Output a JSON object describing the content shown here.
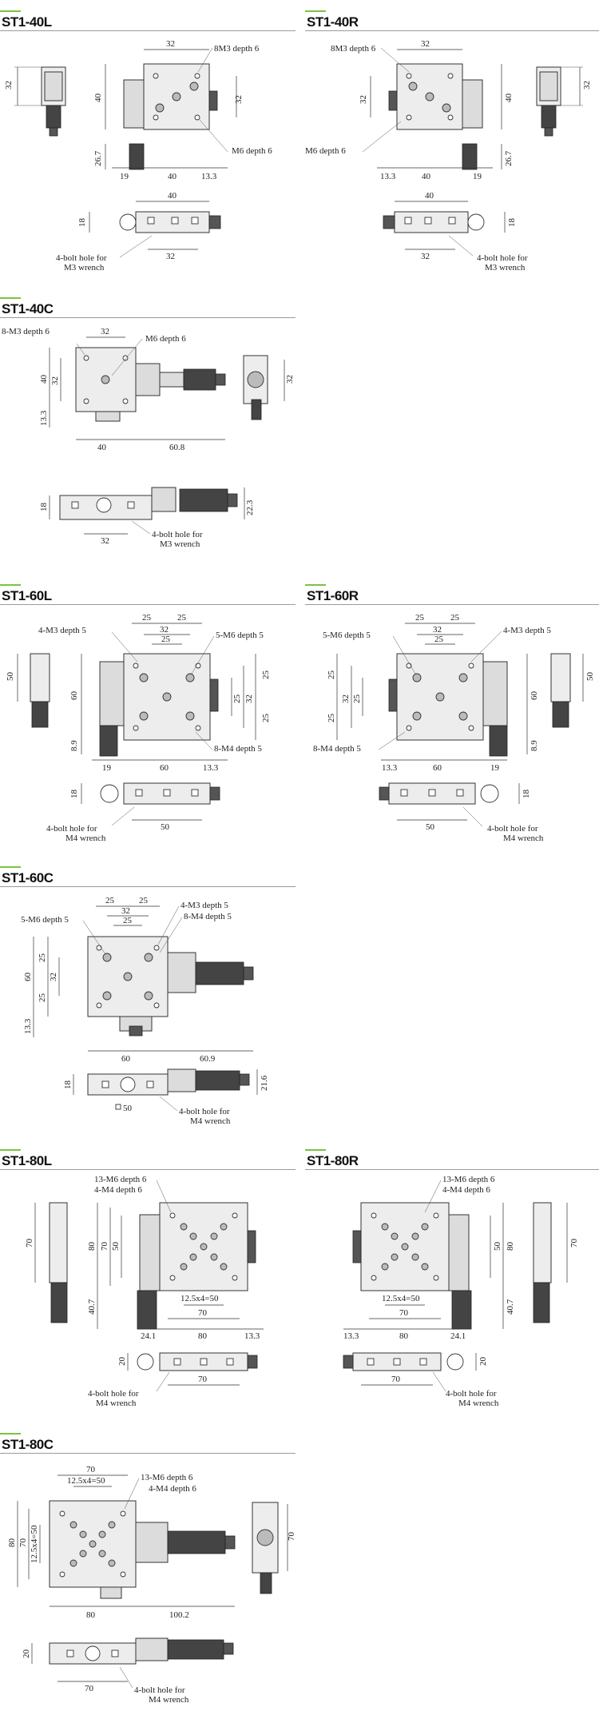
{
  "sections": [
    {
      "id": "st1-40l",
      "title": "ST1-40L",
      "labels": {
        "a": "32",
        "b": "8M3 depth 6",
        "c": "32",
        "d": "40",
        "e": "32",
        "f": "26.7",
        "g": "M6 depth 6",
        "h": "19",
        "i": "40",
        "j": "13.3",
        "k": "40",
        "l": "18",
        "m": "32",
        "n1": "4-bolt hole for",
        "n2": "M3 wrench"
      }
    },
    {
      "id": "st1-40r",
      "title": "ST1-40R",
      "labels": {
        "a": "32",
        "b": "8M3 depth 6",
        "c": "32",
        "d": "40",
        "e": "32",
        "f": "26.7",
        "g": "M6 depth 6",
        "h": "19",
        "i": "40",
        "j": "13.3",
        "k": "40",
        "l": "18",
        "m": "32",
        "n1": "4-bolt hole for",
        "n2": "M3 wrench"
      }
    },
    {
      "id": "st1-40c",
      "title": "ST1-40C",
      "labels": {
        "a": "8-M3 depth 6",
        "b": "32",
        "c": "M6 depth 6",
        "d": "40",
        "e": "32",
        "f": "13.3",
        "g": "40",
        "h": "60.8",
        "i": "32",
        "j": "18",
        "k": "22.3",
        "l": "32",
        "n1": "4-bolt hole for",
        "n2": "M3 wrench"
      }
    },
    {
      "id": "st1-60l",
      "title": "ST1-60L",
      "labels": {
        "a": "25",
        "b": "25",
        "c": "32",
        "d": "25",
        "e": "4-M3 depth 5",
        "f": "5-M6 depth 5",
        "g": "50",
        "h": "60",
        "i": "25",
        "j": "32",
        "k": "25",
        "l": "25",
        "m": "8.9",
        "n": "8-M4 depth 5",
        "o": "19",
        "p": "60",
        "q": "13.3",
        "r": "18",
        "s": "50",
        "n1": "4-bolt hole for",
        "n2": "M4 wrench"
      }
    },
    {
      "id": "st1-60r",
      "title": "ST1-60R",
      "labels": {
        "a": "25",
        "b": "25",
        "c": "32",
        "d": "25",
        "e": "4-M3 depth 5",
        "f": "5-M6 depth 5",
        "g": "50",
        "h": "60",
        "i": "25",
        "j": "32",
        "k": "25",
        "l": "25",
        "m": "8.9",
        "n": "8-M4 depth 5",
        "o": "19",
        "p": "60",
        "q": "13.3",
        "r": "18",
        "s": "50",
        "n1": "4-bolt hole for",
        "n2": "M4 wrench"
      }
    },
    {
      "id": "st1-60c",
      "title": "ST1-60C",
      "labels": {
        "a": "25",
        "b": "25",
        "c": "32",
        "d": "25",
        "e": "4-M3 depth 5",
        "f": "8-M4 depth 5",
        "g": "5-M6 depth 5",
        "h": "60",
        "i": "25",
        "j": "32",
        "k": "25",
        "l": "13.3",
        "m": "60",
        "n": "60.9",
        "o": "18",
        "p": "21.6",
        "q": "50",
        "n1": "4-bolt hole for",
        "n2": "M4 wrench"
      }
    },
    {
      "id": "st1-80l",
      "title": "ST1-80L",
      "labels": {
        "a": "13-M6 depth 6",
        "b": "4-M4 depth 6",
        "c": "70",
        "d": "80",
        "e": "50",
        "f": "70",
        "g": "40.7",
        "h": "12.5x4=50",
        "i": "70",
        "j": "24.1",
        "k": "80",
        "l": "13.3",
        "m": "20",
        "n": "70",
        "n1": "4-bolt hole for",
        "n2": "M4 wrench"
      }
    },
    {
      "id": "st1-80r",
      "title": "ST1-80R",
      "labels": {
        "a": "13-M6 depth 6",
        "b": "4-M4 depth 6",
        "c": "70",
        "d": "80",
        "e": "50",
        "f": "70",
        "g": "40.7",
        "h": "12.5x4=50",
        "i": "70",
        "j": "24.1",
        "k": "80",
        "l": "13.3",
        "m": "20",
        "n": "70",
        "n1": "4-bolt hole for",
        "n2": "M4 wrench"
      }
    },
    {
      "id": "st1-80c",
      "title": "ST1-80C",
      "labels": {
        "a": "70",
        "b": "12.5x4=50",
        "c": "13-M6 depth 6",
        "d": "4-M4 depth 6",
        "e": "80",
        "f": "70",
        "g": "12.5x4=50",
        "h": "70",
        "i": "80",
        "j": "100.2",
        "k": "20",
        "l": "70",
        "n1": "4-bolt hole for",
        "n2": "M4 wrench"
      }
    }
  ]
}
